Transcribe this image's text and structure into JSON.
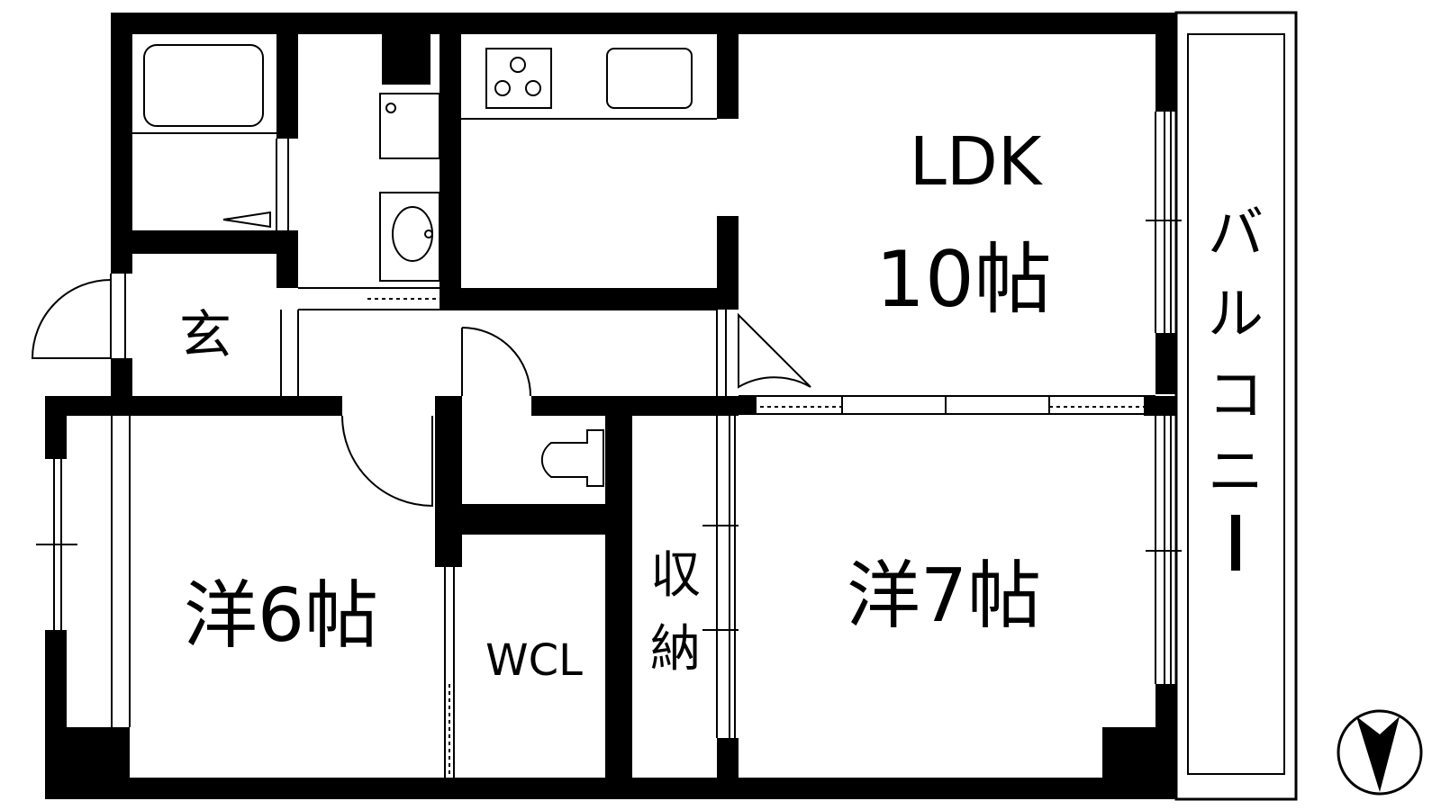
{
  "rooms": {
    "ldk_name": "LDK",
    "ldk_size": "10帖",
    "entrance": "玄",
    "western_6": "洋6帖",
    "western_7": "洋7帖",
    "walk_in_closet": "WCL",
    "storage_top": "収",
    "storage_bottom": "納"
  },
  "balcony": {
    "c1": "バ",
    "c2": "ル",
    "c3": "コ",
    "c4": "ニ",
    "c5": "ー"
  },
  "colors": {
    "wall": "#000000",
    "fixture_line": "#333333",
    "background": "#ffffff"
  }
}
